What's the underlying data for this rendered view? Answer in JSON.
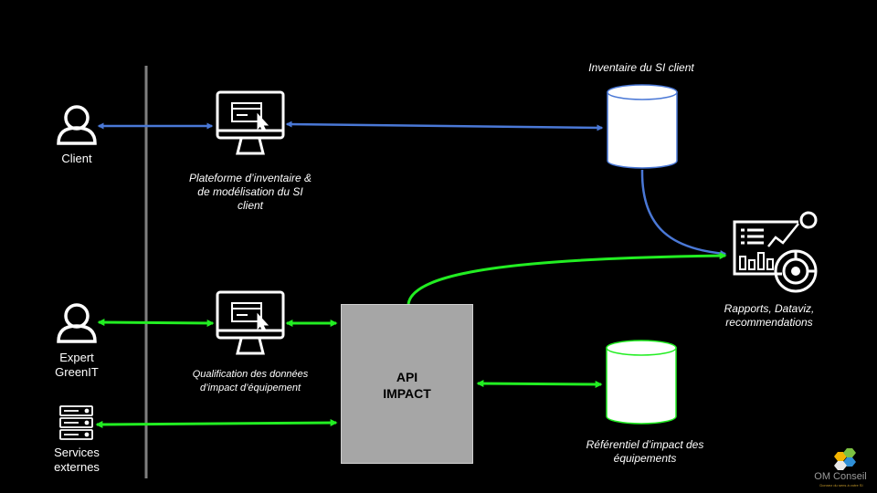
{
  "actors": {
    "client": "Client",
    "expert": "Expert\nGreenIT",
    "services": "Services\nexternes"
  },
  "platforms": {
    "inventory": "Plateforme d’inventaire &\nde modélisation du SI\nclient",
    "qualification": "Qualification des données\nd’impact d’équipement"
  },
  "databases": {
    "inventory": "Inventaire du SI client",
    "referential": "Référentiel d’impact des\néquipements"
  },
  "reports": "Rapports, Dataviz,\nrecommendations",
  "api": {
    "line1": "API",
    "line2": "IMPACT"
  },
  "logo": {
    "name": "OM Conseil",
    "tagline": "Donnez du sens à votre SI"
  },
  "colors": {
    "blue_arrow": "#4a78d6",
    "green_arrow": "#22ee22",
    "api_box": "#a6a6a6",
    "background": "#000000"
  }
}
